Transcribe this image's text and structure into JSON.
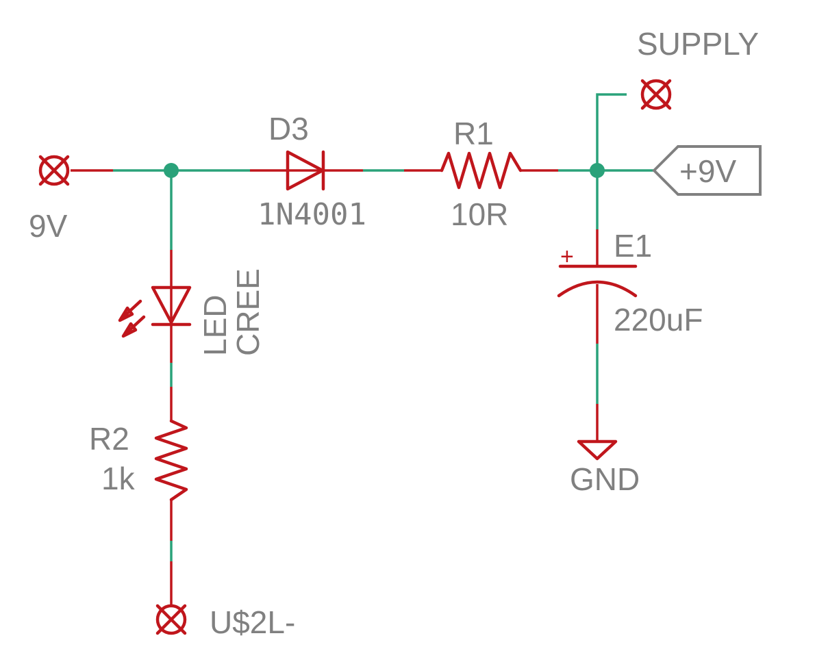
{
  "connectors": {
    "input": "9V",
    "supply": "SUPPLY",
    "led_return": "U$2L-"
  },
  "diode": {
    "name": "D3",
    "value": "1N4001"
  },
  "resistor_r1": {
    "name": "R1",
    "value": "10R"
  },
  "resistor_r2": {
    "name": "R2",
    "value": "1k"
  },
  "led": {
    "name": "LED",
    "value": "CREE"
  },
  "capacitor": {
    "name": "E1",
    "value": "220uF",
    "polarity": "+"
  },
  "net_label": "+9V",
  "ground": "GND",
  "colors": {
    "wire": "#2aa27a",
    "component": "#c0161c",
    "text": "#808080"
  }
}
